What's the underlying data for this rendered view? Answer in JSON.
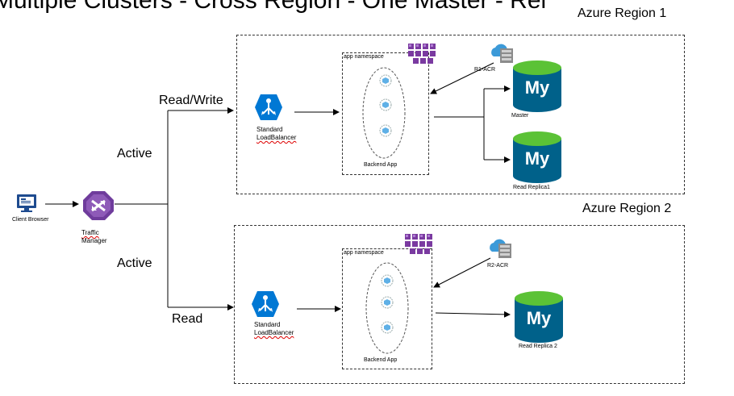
{
  "title": "Multiple Clusters - Cross Region - One Master - Rel",
  "regions": [
    {
      "label": "Azure Region 1",
      "namespace_label": "app namespace",
      "backend_label": "Backend App",
      "lb_label_line1": "Standard",
      "lb_label_line2": "LoadBalancer",
      "acr_label": "R1-ACR",
      "db_master_label": "Master",
      "db_replica_label": "Read Replica1"
    },
    {
      "label": "Azure Region 2",
      "namespace_label": "app namespace",
      "backend_label": "Backend App",
      "lb_label_line1": "Standard",
      "lb_label_line2": "LoadBalancer",
      "acr_label": "R2-ACR",
      "db_replica_label": "Read Replica 2"
    }
  ],
  "client": {
    "label": "Client Browser"
  },
  "traffic_manager": {
    "label_line1": "Traffic",
    "label_line2": "Manager"
  },
  "routes": {
    "read_write": "Read/Write",
    "read": "Read",
    "active_1": "Active",
    "active_2": "Active"
  },
  "mysql_logo_text": "My",
  "colors": {
    "azure_blue": "#0078d4",
    "mysql_blue": "#00618a",
    "k8s_purple": "#7a3aa0",
    "tm_purple": "#6f3c9c"
  }
}
